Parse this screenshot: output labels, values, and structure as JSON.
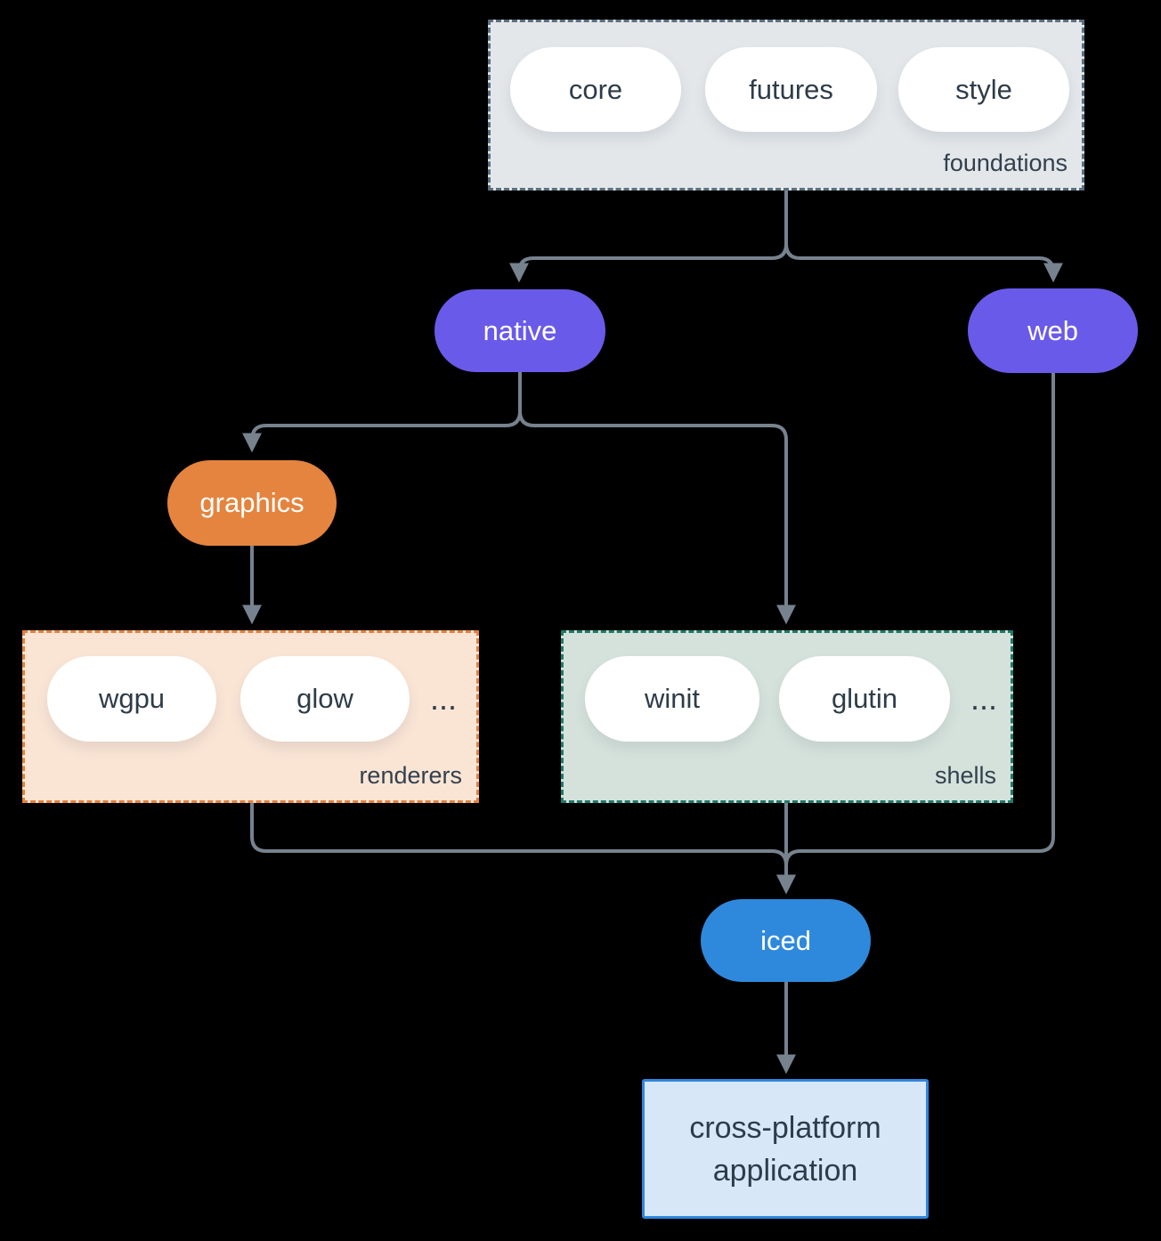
{
  "colors": {
    "canvas_background": "#000000",
    "edge_line": "#76828E",
    "purple_node": "#6A5AE9",
    "orange_node": "#E5843E",
    "blue_node": "#2E89DC",
    "white_pill": "#FFFFFF",
    "dark_text": "#2E3C49",
    "foundations_fill": "#E3E7EA",
    "foundations_border": "#5C6F80",
    "renderers_fill": "#FAE5D5",
    "renderers_border": "#E5813B",
    "shells_fill": "#D5E2DC",
    "shells_border": "#1E7A68",
    "terminal_fill": "#D7E7F8",
    "terminal_border": "#2E86DE"
  },
  "groups": {
    "foundations": {
      "label": "foundations",
      "pills": [
        "core",
        "futures",
        "style"
      ]
    },
    "renderers": {
      "label": "renderers",
      "pills": [
        "wgpu",
        "glow"
      ],
      "ellipsis": "..."
    },
    "shells": {
      "label": "shells",
      "pills": [
        "winit",
        "glutin"
      ],
      "ellipsis": "..."
    }
  },
  "nodes": {
    "native": {
      "label": "native"
    },
    "web": {
      "label": "web"
    },
    "graphics": {
      "label": "graphics"
    },
    "iced": {
      "label": "iced"
    }
  },
  "terminal": {
    "line1": "cross-platform",
    "line2": "application"
  },
  "edges": [
    {
      "from": "foundations",
      "to": "native"
    },
    {
      "from": "foundations",
      "to": "web"
    },
    {
      "from": "native",
      "to": "graphics"
    },
    {
      "from": "native",
      "to": "shells"
    },
    {
      "from": "graphics",
      "to": "renderers"
    },
    {
      "from": "renderers",
      "to": "iced"
    },
    {
      "from": "shells",
      "to": "iced"
    },
    {
      "from": "web",
      "to": "iced"
    },
    {
      "from": "iced",
      "to": "cross-platform application"
    }
  ]
}
